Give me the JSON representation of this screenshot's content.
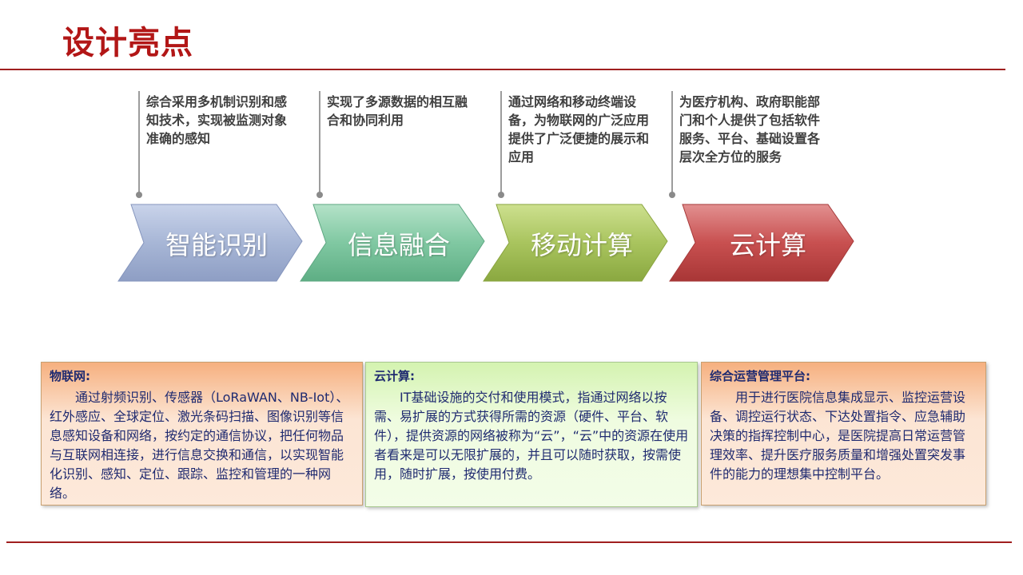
{
  "page": {
    "title": "设计亮点"
  },
  "callouts": [
    {
      "text": "综合采用多机制识别和感知技术，实现被监测对象准确的感知"
    },
    {
      "text": "实现了多源数据的相互融合和协同利用"
    },
    {
      "text": "通过网络和移动终端设备，为物联网的广泛应用提供了广泛便捷的展示和应用"
    },
    {
      "text": "为医疗机构、政府职能部门和个人提供了包括软件服务、平台、基础设置各层次全方位的服务"
    }
  ],
  "chevrons": [
    {
      "label": "智能识别",
      "color": "#a7b6d6"
    },
    {
      "label": "信息融合",
      "color": "#80c8a2"
    },
    {
      "label": "移动计算",
      "color": "#a9c45e"
    },
    {
      "label": "云计算",
      "color": "#c85050"
    }
  ],
  "boxes": [
    {
      "heading": "物联网:",
      "body": "通过射频识别、传感器（LoRaWAN、NB-Iot）、红外感应、全球定位、激光条码扫描、图像识别等信息感知设备和网络，按约定的通信协议，把任何物品与互联网相连接，进行信息交换和通信，以实现智能化识别、感知、定位、跟踪、监控和管理的一种网络。"
    },
    {
      "heading": "云计算:",
      "body": "IT基础设施的交付和使用模式，指通过网络以按需、易扩展的方式获得所需的资源（硬件、平台、软件），提供资源的网络被称为“云”，“云”中的资源在使用者看来是可以无限扩展的，并且可以随时获取，按需使用，随时扩展，按使用付费。"
    },
    {
      "heading": "综合运营管理平台:",
      "body": "用于进行医院信息集成显示、监控运营设备、调控运行状态、下达处置指令、应急辅助决策的指挥控制中心，是医院提高日常运营管理效率、提升医疗服务质量和增强处置突发事件的能力的理想集中控制平台。"
    }
  ]
}
